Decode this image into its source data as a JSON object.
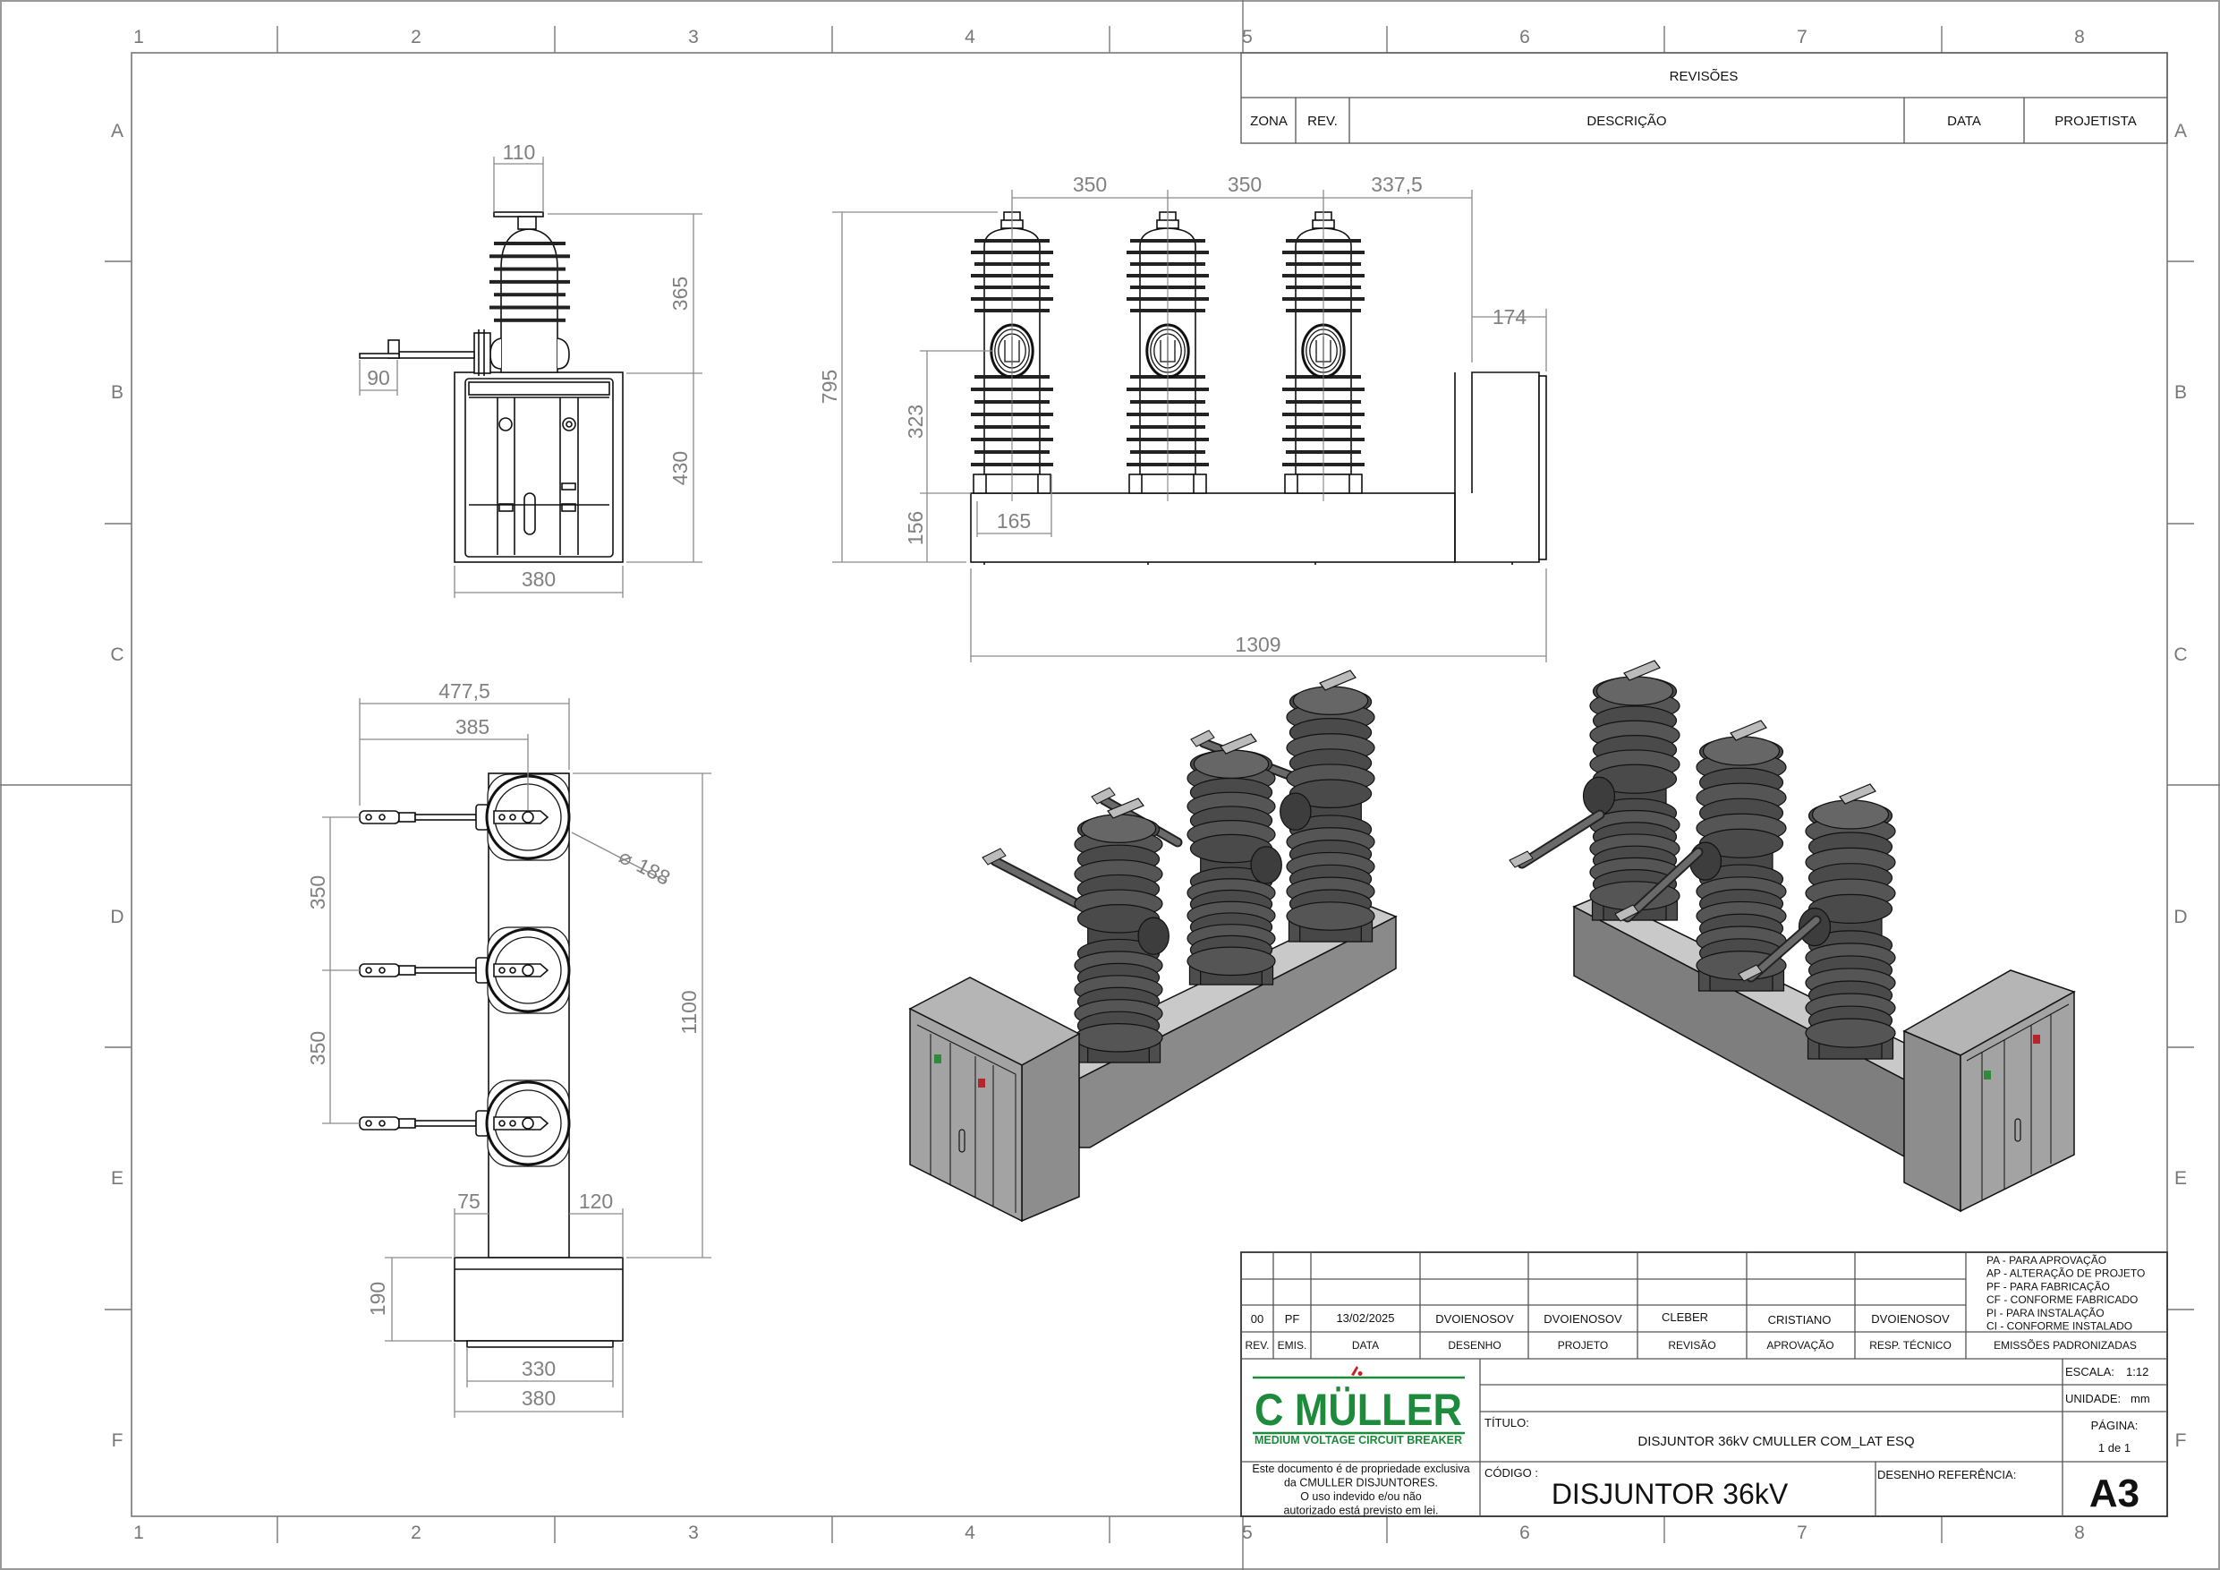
{
  "sheet": {
    "zone_columns": [
      "1",
      "2",
      "3",
      "4",
      "5",
      "6",
      "7",
      "8"
    ],
    "zone_rows": [
      "A",
      "B",
      "C",
      "D",
      "E",
      "F"
    ]
  },
  "revisions": {
    "title": "REVISÕES",
    "headers": {
      "zona": "ZONA",
      "rev": "REV.",
      "descricao": "DESCRIÇÃO",
      "data": "DATA",
      "projetista": "PROJETISTA"
    }
  },
  "views": {
    "side": {
      "top_width": "110",
      "arm_offset": "90",
      "insulator_height": "365",
      "cabinet_height": "430",
      "cabinet_width": "380"
    },
    "front": {
      "pitch_1": "350",
      "pitch_2": "350",
      "pitch_3": "337,5",
      "cabinet_depth": "174",
      "overall_height": "795",
      "ring_height": "323",
      "base_height": "156",
      "pole_offset": "165",
      "overall_length": "1309"
    },
    "top": {
      "arm_reach": "477,5",
      "pole_reach": "385",
      "diameter": "188",
      "diameter_symbol": "⌀",
      "overall_length": "1100",
      "pitch_1": "350",
      "pitch_2": "350",
      "left_offset": "75",
      "right_offset": "120",
      "base_depth": "190",
      "base_inner": "330",
      "base_width": "380"
    }
  },
  "title_block": {
    "emission_row": {
      "rev": "00",
      "emis": "PF",
      "data": "13/02/2025",
      "desenho": "DVOIENOSOV",
      "projeto": "DVOIENOSOV",
      "revisao": "CLEBER",
      "aprovacao": "CRISTIANO",
      "resp_tecnico": "DVOIENOSOV"
    },
    "headers": {
      "rev": "REV.",
      "emis": "EMIS.",
      "data": "DATA",
      "desenho": "DESENHO",
      "projeto": "PROJETO",
      "revisao": "REVISÃO",
      "aprovacao": "APROVAÇÃO",
      "resp_tecnico": "RESP. TÉCNICO",
      "emissoes": "EMISSÕES PADRONIZADAS"
    },
    "emission_codes": [
      "PA - PARA APROVAÇÃO",
      "AP - ALTERAÇÃO DE PROJETO",
      "PF - PARA FABRICAÇÃO",
      "CF - CONFORME FABRICADO",
      "PI - PARA INSTALAÇÃO",
      "CI - CONFORME INSTALADO"
    ],
    "logo": {
      "name": "C MÜLLER",
      "tagline": "MEDIUM VOLTAGE CIRCUIT BREAKER",
      "color": "#1e8a3c",
      "accent": "#c8202a"
    },
    "disclaimer": [
      "Este documento é de propriedade exclusiva",
      "da CMULLER DISJUNTORES.",
      "O uso indevido e/ou não",
      "autorizado está previsto em lei."
    ],
    "escala_label": "ESCALA:",
    "escala": "1:12",
    "unidade_label": "UNIDADE:",
    "unidade": "mm",
    "titulo_label": "TÍTULO:",
    "titulo": "DISJUNTOR 36kV CMULLER COM_LAT ESQ",
    "pagina_label": "PÁGINA:",
    "pagina": "1 de 1",
    "codigo_label": "CÓDIGO :",
    "codigo": "DISJUNTOR 36kV",
    "desenho_ref_label": "DESENHO REFERÊNCIA:",
    "formato": "A3"
  }
}
